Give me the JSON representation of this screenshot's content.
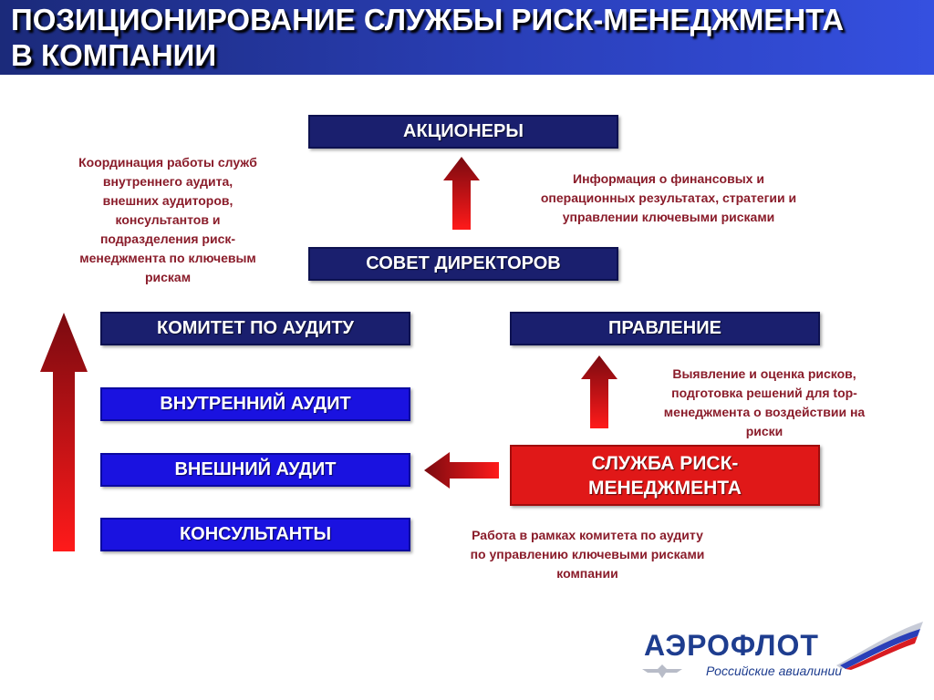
{
  "slide": {
    "title": "ПОЗИЦИОНИРОВАНИЕ СЛУЖБЫ РИСК-МЕНЕДЖМЕНТА\nВ КОМПАНИИ"
  },
  "boxes": {
    "shareholders": "АКЦИОНЕРЫ",
    "board": "СОВЕТ ДИРЕКТОРОВ",
    "audit_committee": "КОМИТЕТ ПО АУДИТУ",
    "management": "ПРАВЛЕНИЕ",
    "internal_audit": "ВНУТРЕННИЙ АУДИТ",
    "external_audit": "ВНЕШНИЙ АУДИТ",
    "consultants": "КОНСУЛЬТАНТЫ",
    "risk_service_line1": "СЛУЖБА РИСК-",
    "risk_service_line2": "МЕНЕДЖМЕНТА"
  },
  "notes": {
    "coordination": [
      "Координация работы служб",
      "внутреннего аудита,",
      "внешних аудиторов,",
      "консультантов и",
      "подразделения риск-",
      "менеджмента по ключевым",
      "рискам"
    ],
    "information": [
      "Информация о финансовых и",
      "операционных результатах, стратегии и",
      "управлении ключевыми рисками"
    ],
    "identification": [
      "Выявление и оценка рисков,",
      "подготовка решений для top-",
      "менеджмента о воздействии на",
      "риски"
    ],
    "committee_work": [
      "Работа в рамках комитета по аудиту",
      "по управлению ключевыми рисками",
      "компании"
    ]
  },
  "logo": {
    "brand": "АЭРОФЛОТ",
    "tagline": "Российские авиалинии"
  },
  "colors": {
    "header": "#2a3fb8",
    "navy_box": "#1a1f6e",
    "blue_box": "#1a12e0",
    "red_box": "#e01818",
    "note_text": "#8a1c2a",
    "arrow_dark": "#7a0a10",
    "arrow_bright": "#ff1a1a"
  }
}
